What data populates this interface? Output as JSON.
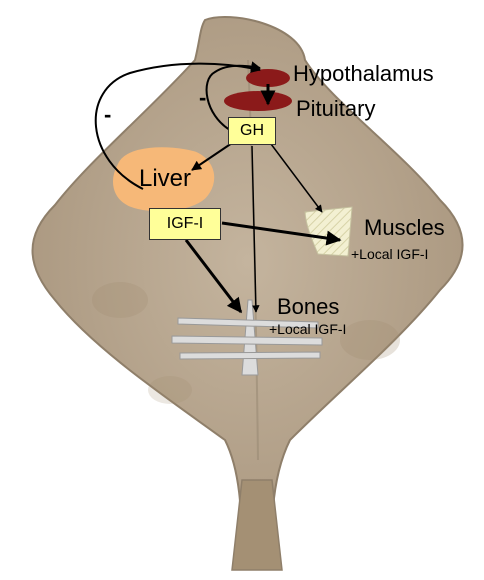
{
  "labels": {
    "hypothalamus": "Hypothalamus",
    "pituitary": "Pituitary",
    "gh": "GH",
    "liver": "Liver",
    "igf1": "IGF-I",
    "muscles": "Muscles",
    "muscles_sub": "+Local IGF-I",
    "bones": "Bones",
    "bones_sub": "+Local IGF-I",
    "minus_outer": "-",
    "minus_inner": "-"
  },
  "colors": {
    "fish_body": "#b8a792",
    "fish_edge": "#8f7f6a",
    "hypothalamus": "#8b1a1a",
    "pituitary": "#8b1a1a",
    "hormone_box": "#ffff99",
    "liver": "#f6b878",
    "muscle_fill": "#f3f0d2",
    "bone": "#dcdcdc"
  }
}
